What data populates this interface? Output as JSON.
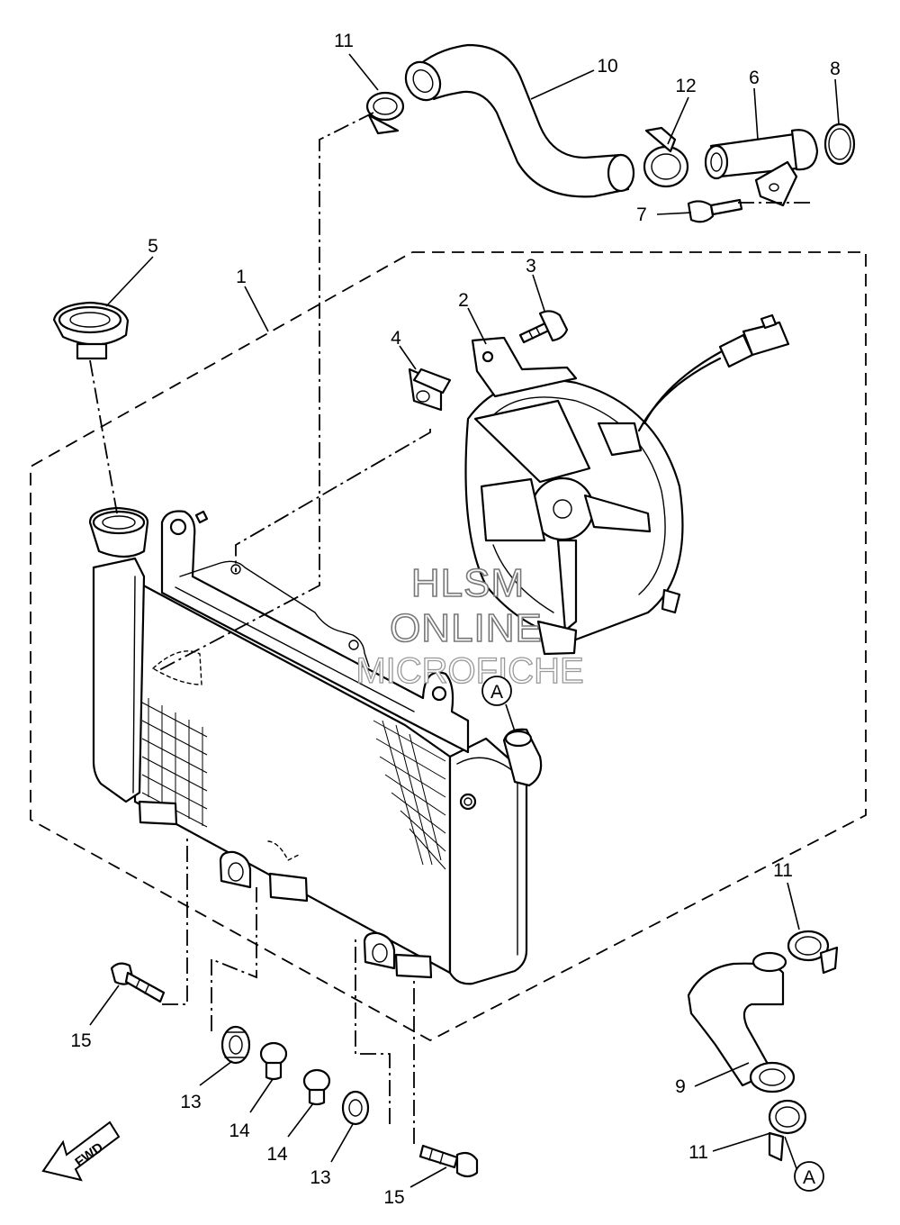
{
  "callouts": {
    "c1": "1",
    "c2": "2",
    "c3": "3",
    "c4": "4",
    "c5": "5",
    "c6": "6",
    "c7": "7",
    "c8": "8",
    "c9": "9",
    "c10": "10",
    "c11a": "11",
    "c11b": "11",
    "c11c": "11",
    "c12": "12",
    "c13a": "13",
    "c13b": "13",
    "c14a": "14",
    "c14b": "14",
    "c15a": "15",
    "c15b": "15"
  },
  "markers": {
    "a_upper": "A",
    "a_lower": "A"
  },
  "direction": {
    "fwd": "FWD"
  },
  "watermark": {
    "line1": "HLSM",
    "line2": "ONLINE",
    "line3": "MICROFICHE"
  }
}
